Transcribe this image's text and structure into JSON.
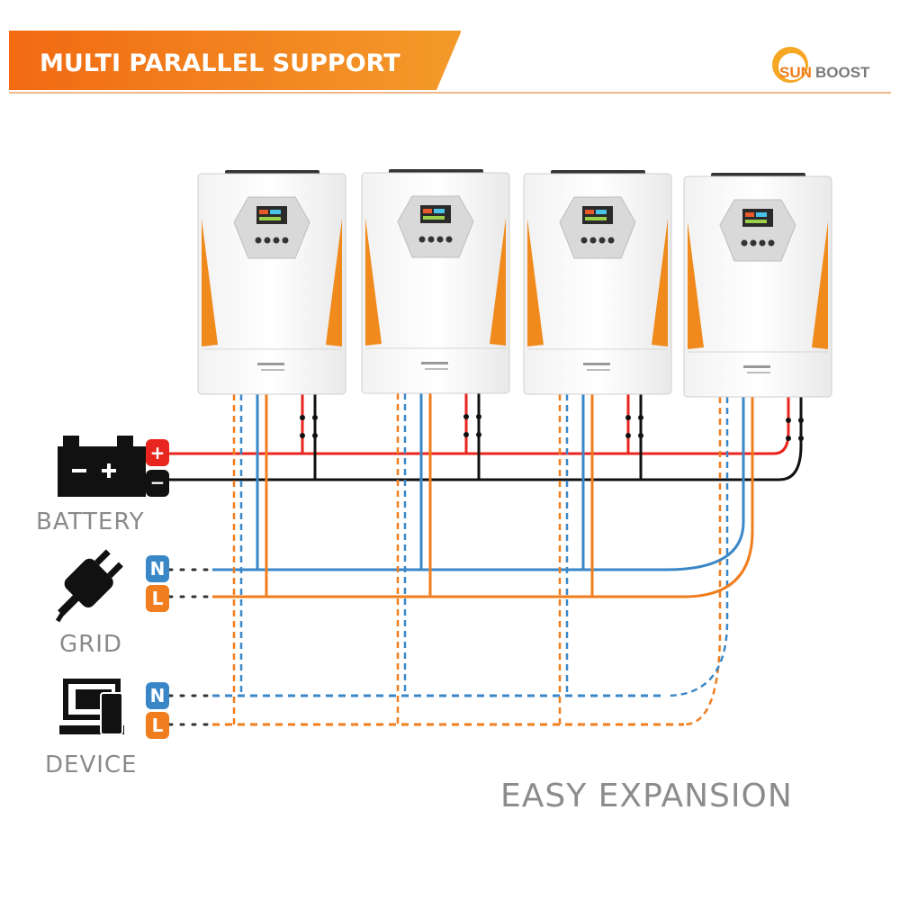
{
  "header": {
    "title": "MULTI PARALLEL SUPPORT",
    "banner_color": "#f07d1e",
    "line_color": "#f0a060"
  },
  "logo": {
    "prefix": "SUN",
    "suffix": "BOOST",
    "icon": "sun-logo-icon"
  },
  "colors": {
    "positive": "#e8261f",
    "negative": "#111111",
    "neutral": "#3a87c8",
    "live": "#f07d1e",
    "inverter_accent": "#f08a1c"
  },
  "inverter_count": 4,
  "sources": [
    {
      "id": "battery",
      "label": "BATTERY",
      "icon": "battery-icon",
      "terminals": [
        "+",
        "−"
      ]
    },
    {
      "id": "grid",
      "label": "GRID",
      "icon": "plug-icon",
      "terminals": [
        "N",
        "L"
      ]
    },
    {
      "id": "device",
      "label": "DEVICE",
      "icon": "computer-icon",
      "terminals": [
        "N",
        "L"
      ]
    }
  ],
  "caption": "EASY EXPANSION"
}
